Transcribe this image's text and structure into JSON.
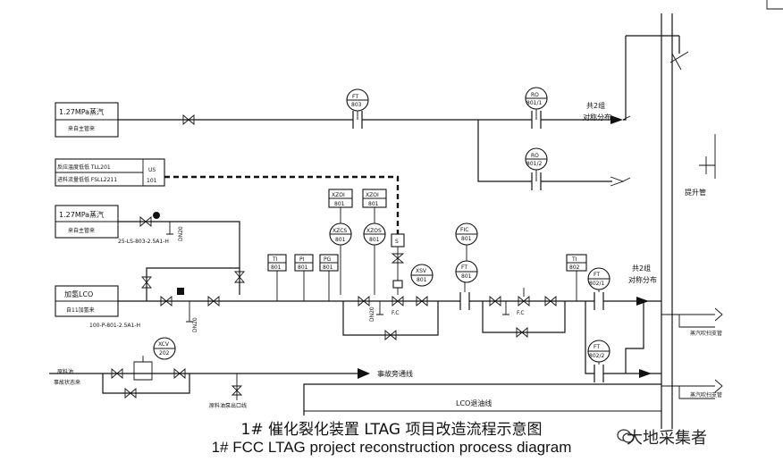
{
  "sources": {
    "steam_top": {
      "line1": "1.27MPa蒸汽",
      "line2": "来自主管来"
    },
    "steam_mid": {
      "line1": "1.27MPa蒸汽",
      "line2": "来自主管来"
    },
    "lco_feed": {
      "line1": "加氢LCO",
      "line2": "自11加氢来"
    },
    "raw_oil": {
      "line1": "原料油",
      "line2": "事故状态来"
    }
  },
  "interlock": {
    "line1": "反应温度低低 TLL201",
    "line2": "进料流量低低 FSLL2211",
    "us_tag": "US",
    "us_num": "101"
  },
  "instruments": {
    "ft803": {
      "tag": "FT",
      "num": "803"
    },
    "ro801_1": {
      "tag": "RO",
      "num": "801/1"
    },
    "ro801_2": {
      "tag": "RO",
      "num": "801/2"
    },
    "xzo801_a": {
      "tag": "XZOI",
      "num": "801"
    },
    "xzo801_b": {
      "tag": "XZOI",
      "num": "801"
    },
    "xzcs801": {
      "tag": "XZCS",
      "num": "801"
    },
    "xzos801": {
      "tag": "XZOS",
      "num": "801"
    },
    "ti801": {
      "tag": "TI",
      "num": "801"
    },
    "pi801": {
      "tag": "PI",
      "num": "801"
    },
    "pg801": {
      "tag": "PG",
      "num": "801"
    },
    "xsv801": {
      "tag": "XSV",
      "num": "801"
    },
    "fic801": {
      "tag": "FIC",
      "num": "801"
    },
    "ft801": {
      "tag": "FT",
      "num": "801"
    },
    "ti802": {
      "tag": "TI",
      "num": "802"
    },
    "ft802_1": {
      "tag": "FT",
      "num": "802/1"
    },
    "ft802_2": {
      "tag": "FT",
      "num": "802/2"
    },
    "xcv202": {
      "tag": "XCV",
      "num": "202"
    }
  },
  "labels": {
    "pairs_top": "共2组\n对称分布",
    "pairs_mid": "共2组\n对称分布",
    "riser": "提升管",
    "accident_line": "事故旁通线",
    "lco_return": "LCO退油线",
    "steam_blow_1": "蒸汽吹扫支管",
    "steam_blow_2": "蒸汽吹扫支管",
    "line_25": "25-LS-803-2.5A1-H",
    "line_100": "100-P-801-2.5A1-H",
    "dn20_a": "DN20",
    "dn20_b": "DN20",
    "dn20_c": "DN20",
    "fc_1": "F.C",
    "fc_2": "F.C",
    "s_box": "S",
    "raw_pump": "原料油泵出口线"
  },
  "captions": {
    "chinese": "1# 催化裂化装置 LTAG 项目改造流程示意图",
    "english": "1# FCC LTAG project reconstruction process diagram"
  },
  "watermark": "大地采集者"
}
